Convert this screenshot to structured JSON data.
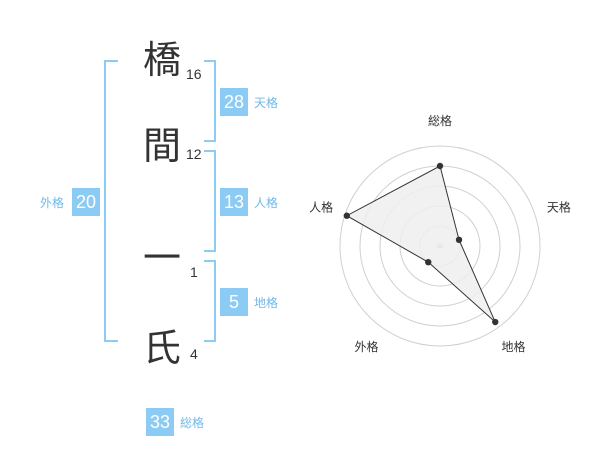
{
  "name": {
    "characters": [
      {
        "char": "橋",
        "strokes": "16"
      },
      {
        "char": "間",
        "strokes": "12"
      },
      {
        "char": "一",
        "strokes": "1"
      },
      {
        "char": "氏",
        "strokes": "4"
      }
    ]
  },
  "kaku": {
    "tenkaku": {
      "label": "天格",
      "value": "28"
    },
    "jinkaku": {
      "label": "人格",
      "value": "13"
    },
    "chikaku": {
      "label": "地格",
      "value": "5"
    },
    "gaikaku": {
      "label": "外格",
      "value": "20"
    },
    "soukaku": {
      "label": "総格",
      "value": "33"
    }
  },
  "colors": {
    "accent": "#8ccbf4",
    "accent_text": "#6fb9ea",
    "radar_fill": "#eeeeee",
    "radar_grid": "#d0d0d0"
  },
  "chart_data": {
    "type": "radar",
    "axes": [
      "総格",
      "天格",
      "地格",
      "外格",
      "人格"
    ],
    "values": [
      0.8,
      0.2,
      0.94,
      0.2,
      0.98
    ],
    "rings": 5,
    "range": [
      0,
      1
    ]
  }
}
